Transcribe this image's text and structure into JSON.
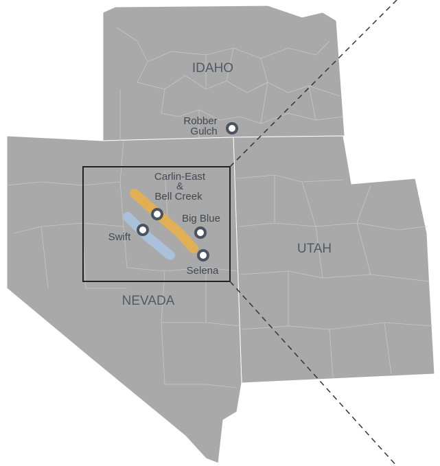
{
  "map": {
    "states": {
      "idaho": "IDAHO",
      "utah": "UTAH",
      "nevada": "NEVADA"
    },
    "sites": [
      {
        "id": "robber-gulch",
        "label_line1": "Robber",
        "label_line2": "Gulch"
      },
      {
        "id": "carlin-east",
        "label_line1": "Carlin-East",
        "label_line2": "&",
        "label_line3": "Bell Creek"
      },
      {
        "id": "big-blue",
        "label": "Big Blue"
      },
      {
        "id": "swift",
        "label": "Swift"
      },
      {
        "id": "selena",
        "label": "Selena"
      }
    ],
    "colors": {
      "land": "#a9a9a9",
      "borders": "#ffffff",
      "county_lines": "#c8c8c8",
      "state_label": "#505a66",
      "site_label": "#3f4852",
      "carlin_trend": "#e8b04a",
      "battle_mountain_trend": "#a9c3df",
      "inset_box": "#222222",
      "callout_lines": "#333333"
    }
  }
}
